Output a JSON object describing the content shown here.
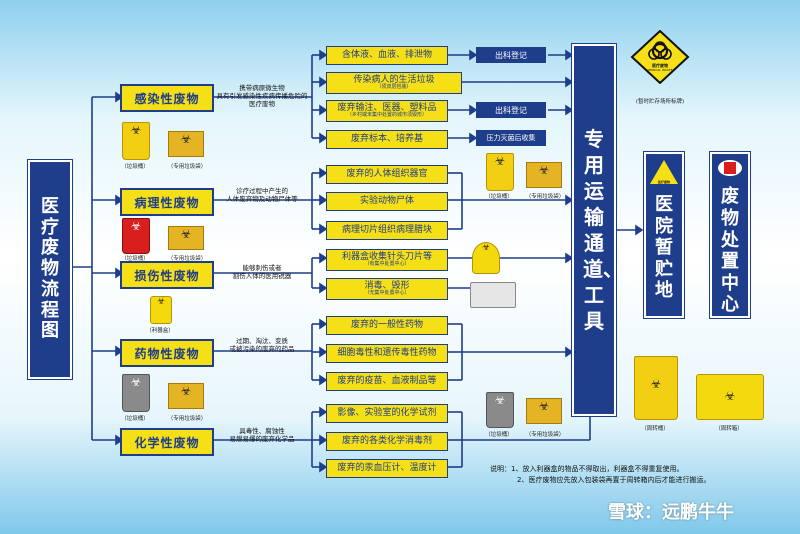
{
  "left_title": "医疗废物流程图",
  "categories": [
    {
      "label": "感染性废物",
      "desc": [
        "携带病原微生物",
        "具有引发感染性疾病传播危险的医疗废物"
      ]
    },
    {
      "label": "病理性废物",
      "desc": [
        "诊疗过程中产生的",
        "人体废弃物及动物尸体等"
      ]
    },
    {
      "label": "损伤性废物",
      "desc": [
        "能够刺伤或者",
        "割伤人体的医用锐器"
      ]
    },
    {
      "label": "药物性废物",
      "desc": [
        "过期、淘汰、变质",
        "或被污染的废弃的药品"
      ]
    },
    {
      "label": "化学性废物",
      "desc": [
        "具毒性、腐蚀性",
        "易燃易爆的废弃化学品"
      ]
    }
  ],
  "subitems": [
    {
      "main": "含体液、血液、排泄物",
      "note": ""
    },
    {
      "main": "传染病人的生活垃圾",
      "note": "（须双层包装）"
    },
    {
      "main": "废弃输注、医器、塑料品",
      "note": "（乡村或未集中处置的城市须毁形）"
    },
    {
      "main": "废弃标本、培养基",
      "note": ""
    },
    {
      "main": "废弃的人体组织器官",
      "note": ""
    },
    {
      "main": "实验动物尸体",
      "note": ""
    },
    {
      "main": "病理切片组织病理腊块",
      "note": ""
    },
    {
      "main": "利器盒收集针头刀片等",
      "note": "（有集中处置中心）"
    },
    {
      "main": "消毒、毁形",
      "note": "（无集中处置中心）"
    },
    {
      "main": "废弃的一般性药物",
      "note": ""
    },
    {
      "main": "细胞毒性和遗传毒性药物",
      "note": ""
    },
    {
      "main": "废弃的疫苗、血液制品等",
      "note": ""
    },
    {
      "main": "影像、实验室的化学试剂",
      "note": ""
    },
    {
      "main": "废弃的各类化学消毒剂",
      "note": ""
    },
    {
      "main": "废弃的汞血压计、温度计",
      "note": ""
    }
  ],
  "actions": [
    "出科登记",
    "出科登记",
    "压力灭菌后收集"
  ],
  "channel": "专用运输通道、工具",
  "hospital_storage": "医院暂贮地",
  "disposal_center": "废物处置中心",
  "storage_sign_label": "医疗废物",
  "storage_sign_sub": "MEDICAL WASTE",
  "storage_sign_caption": "(暂时贮存场所标牌)",
  "hospital_icon_label": "医疗废物",
  "captions": {
    "trash_bin": "（垃圾桶）",
    "special_bag": "（专用垃圾袋）",
    "sharps_box": "（利器盒）",
    "transfer_bin": "（周转桶）",
    "transfer_box": "（周转箱）"
  },
  "notes": [
    "说明：1、放入利器盒的物品不得取出，利器盒不得重复使用。",
    "2、医疗废物应先放入包装袋再置于周转箱内后才能进行搬运。"
  ],
  "watermark": "雪球：远鹏牛牛",
  "colors": {
    "navy": "#1e3d8a",
    "yellow": "#f5df16",
    "red": "#d91e1e"
  }
}
